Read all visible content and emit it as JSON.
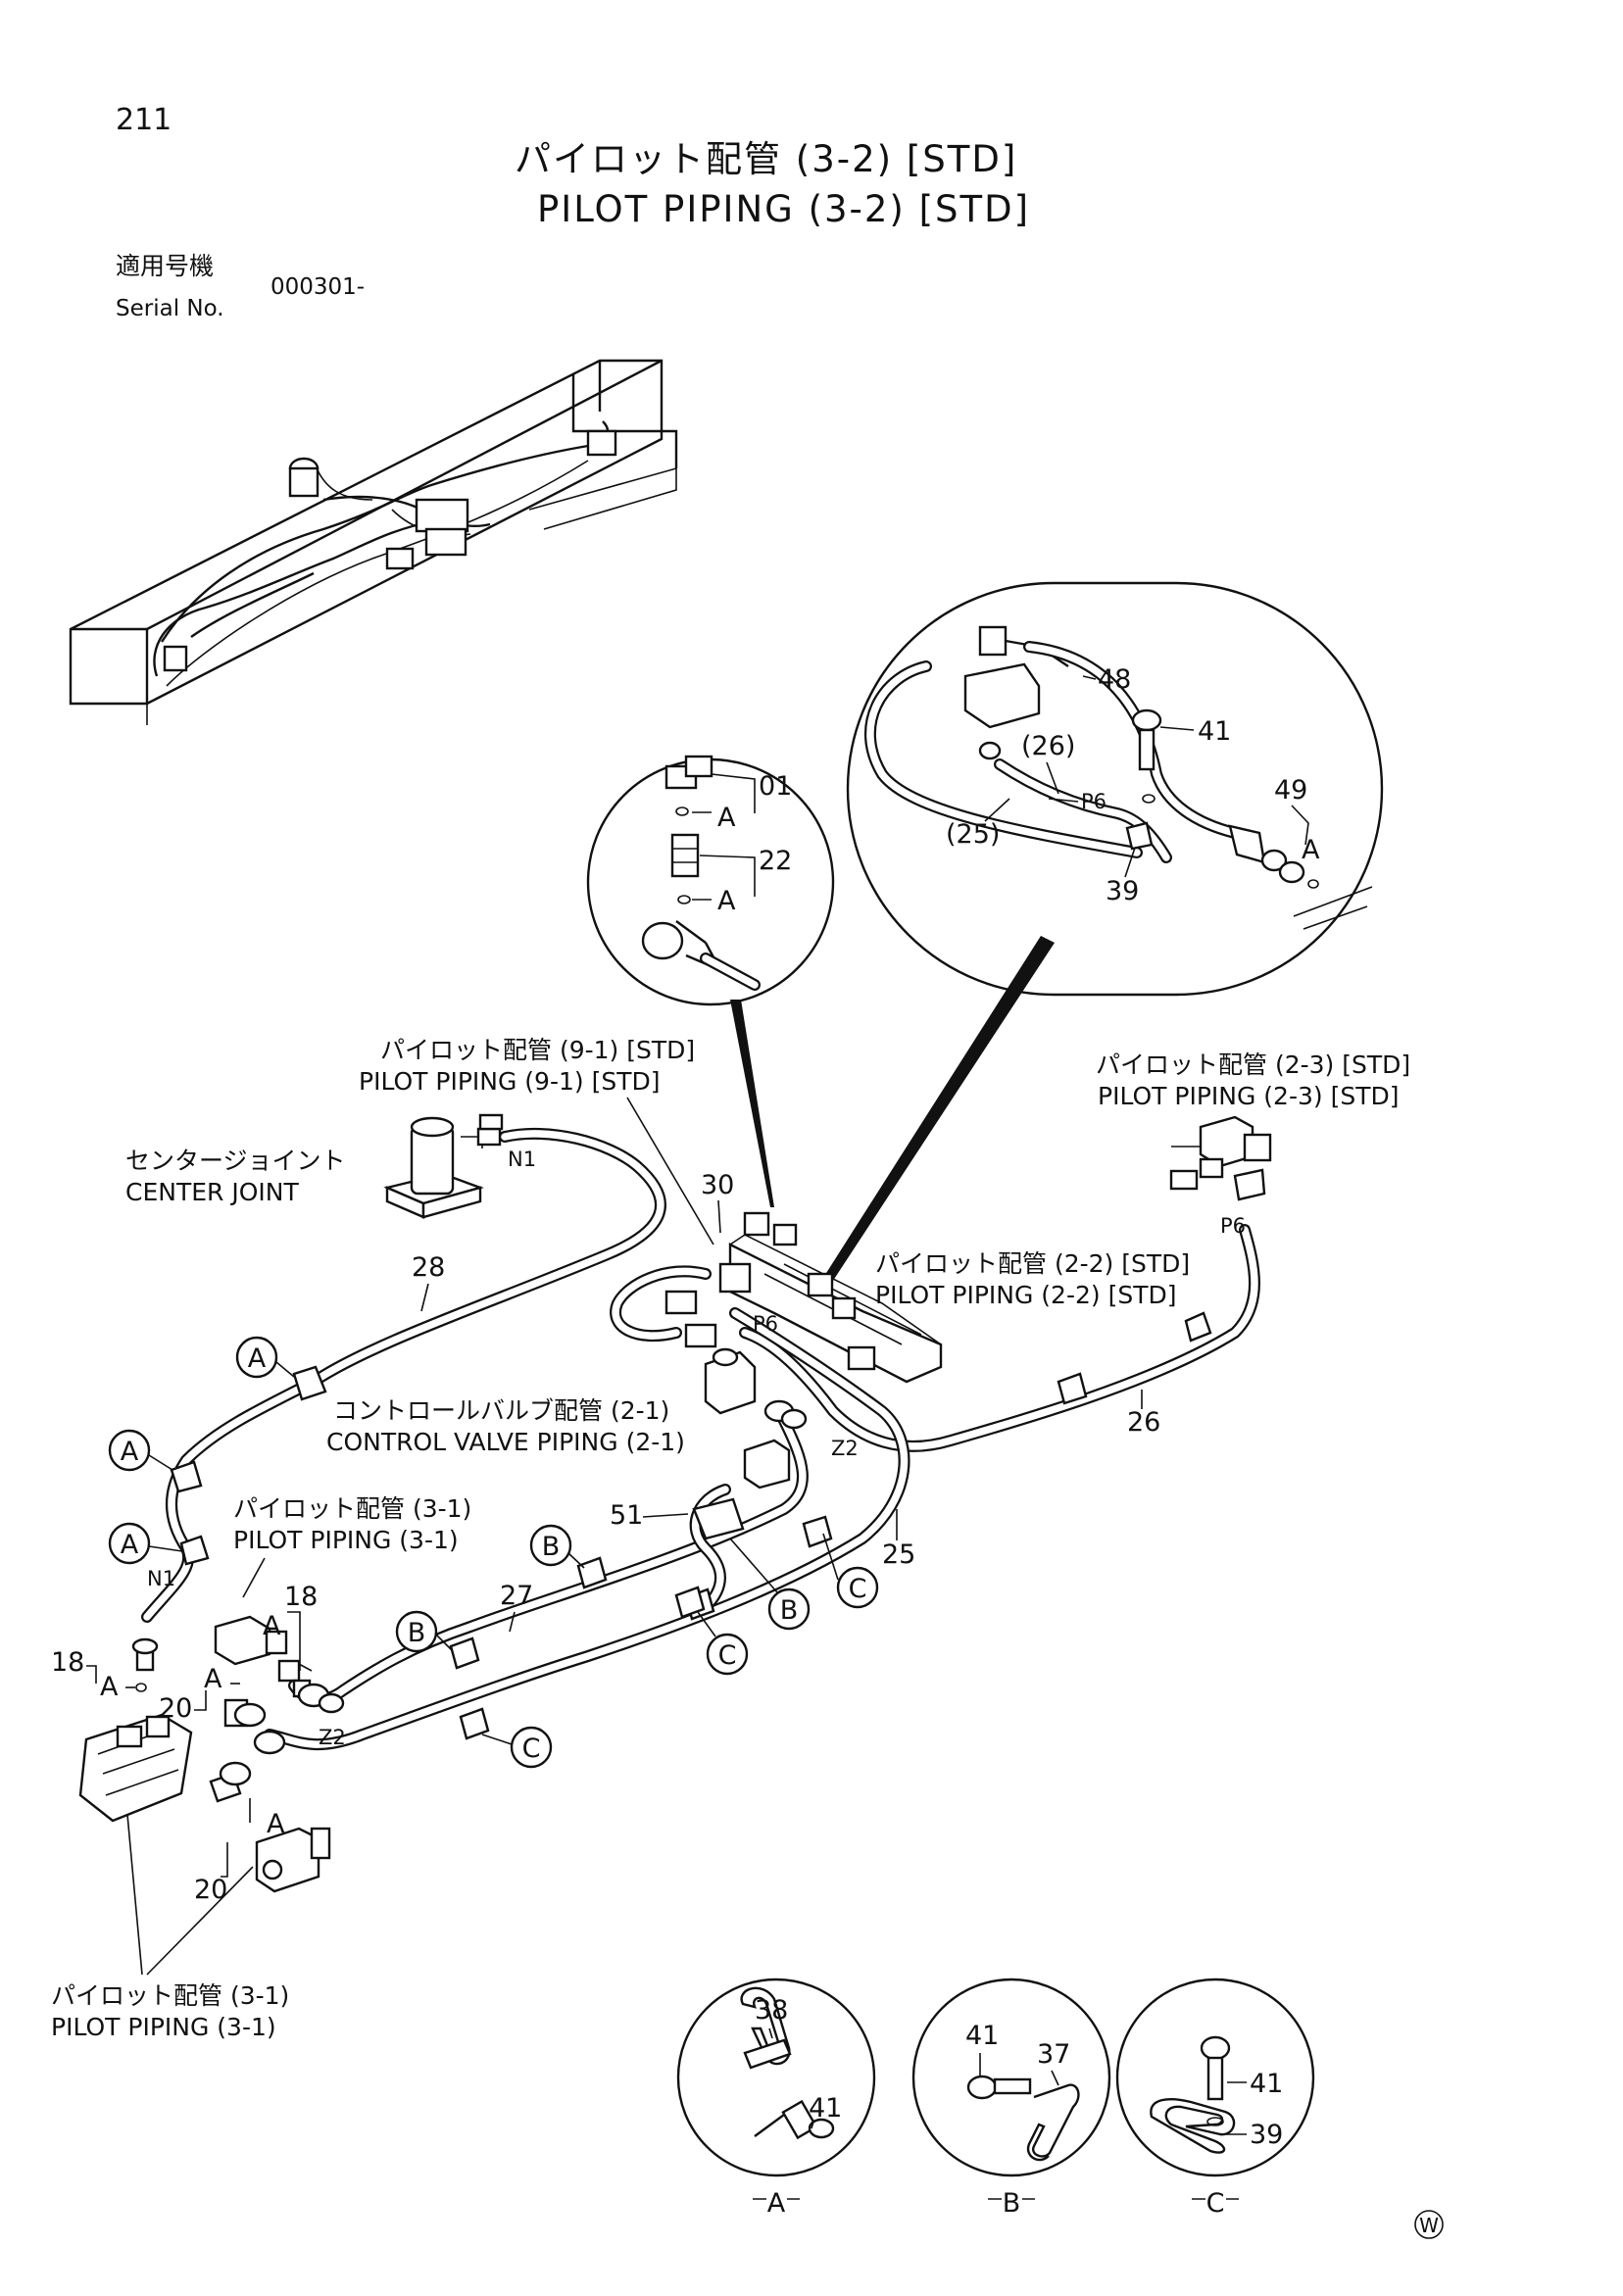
{
  "header": {
    "page_number": "211",
    "title_jp": "パイロット配管 (3-2) [STD]",
    "title_en": "PILOT PIPING (3-2) [STD]",
    "serial_label_jp": "適用号機",
    "serial_label_en": "Serial No.",
    "serial_value": "000301-"
  },
  "references": {
    "pilot_9_1_jp": "パイロット配管 (9-1) [STD]",
    "pilot_9_1_en": "PILOT PIPING (9-1) [STD]",
    "pilot_2_3_jp": "パイロット配管 (2-3) [STD]",
    "pilot_2_3_en": "PILOT PIPING (2-3) [STD]",
    "center_joint_jp": "センタージョイント",
    "center_joint_en": "CENTER JOINT",
    "pilot_2_2_jp": "パイロット配管 (2-2) [STD]",
    "pilot_2_2_en": "PILOT PIPING (2-2) [STD]",
    "control_valve_jp": "コントロールバルブ配管 (2-1)",
    "control_valve_en": "CONTROL VALVE PIPING (2-1)",
    "pilot_3_1_jp": "パイロット配管 (3-1)",
    "pilot_3_1_en": "PILOT PIPING (3-1)",
    "pilot_3_1b_jp": "パイロット配管 (3-1)",
    "pilot_3_1b_en": "PILOT PIPING (3-1)"
  },
  "callouts": {
    "p01": "01",
    "p22": "22",
    "p48": "48",
    "p41": "41",
    "p49": "49",
    "p26": "(26)",
    "p25": "(25)",
    "p39": "39",
    "p30": "30",
    "p28": "28",
    "p26b": "26",
    "p25b": "25",
    "p51": "51",
    "p27": "27",
    "p18a": "18",
    "p18b": "18",
    "p20a": "20",
    "p20b": "20",
    "p38": "38",
    "p41a": "41",
    "p41b": "41",
    "p37": "37",
    "p41c": "41",
    "p39b": "39"
  },
  "ports": {
    "n1_top": "N1",
    "n1_left": "N1",
    "p6_mid": "P6",
    "p6_right": "P6",
    "p6_detail": "P6",
    "z2_mid": "Z2",
    "z2_low": "Z2"
  },
  "markers": {
    "A": "A",
    "B": "B",
    "C": "C"
  },
  "detail_letters": {
    "a": "A",
    "b": "B",
    "c": "C"
  },
  "footer": {
    "symbol": "W"
  }
}
